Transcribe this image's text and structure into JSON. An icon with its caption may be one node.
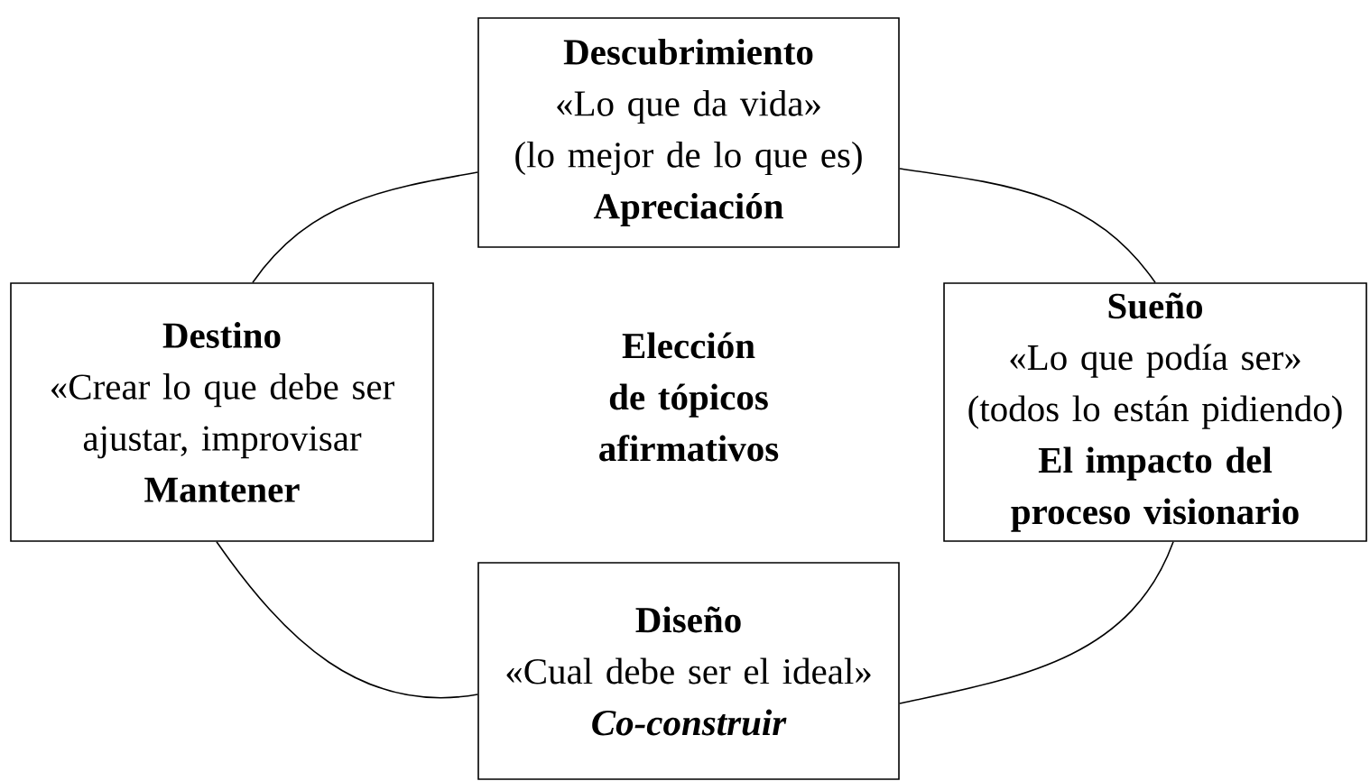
{
  "diagram": {
    "nodes": [
      {
        "text": [
          "Descubrimiento",
          "«Lo que da vida»",
          "(lo mejor de lo que es)",
          "Apreciación"
        ]
      },
      {
        "text": [
          "Sueño",
          "«Lo que podía ser»",
          "(todos lo están pidiendo)",
          "El impacto del proceso visionario"
        ]
      },
      {
        "text": [
          "Diseño",
          "«Cual debe ser el ideal»",
          "Co-construir"
        ]
      },
      {
        "text": [
          "Destino",
          "«Crear lo que debe ser",
          "ajustar, improvisar",
          "Mantener"
        ]
      }
    ],
    "edges": [
      {
        "from": 0,
        "to": 1,
        "arrow": "none"
      },
      {
        "from": 1,
        "to": 2,
        "arrow": "none"
      },
      {
        "from": 2,
        "to": 3,
        "arrow": "none"
      },
      {
        "from": 3,
        "to": 0,
        "arrow": "none"
      }
    ],
    "labels": [
      "Elección de tópicos afirmativos"
    ]
  }
}
